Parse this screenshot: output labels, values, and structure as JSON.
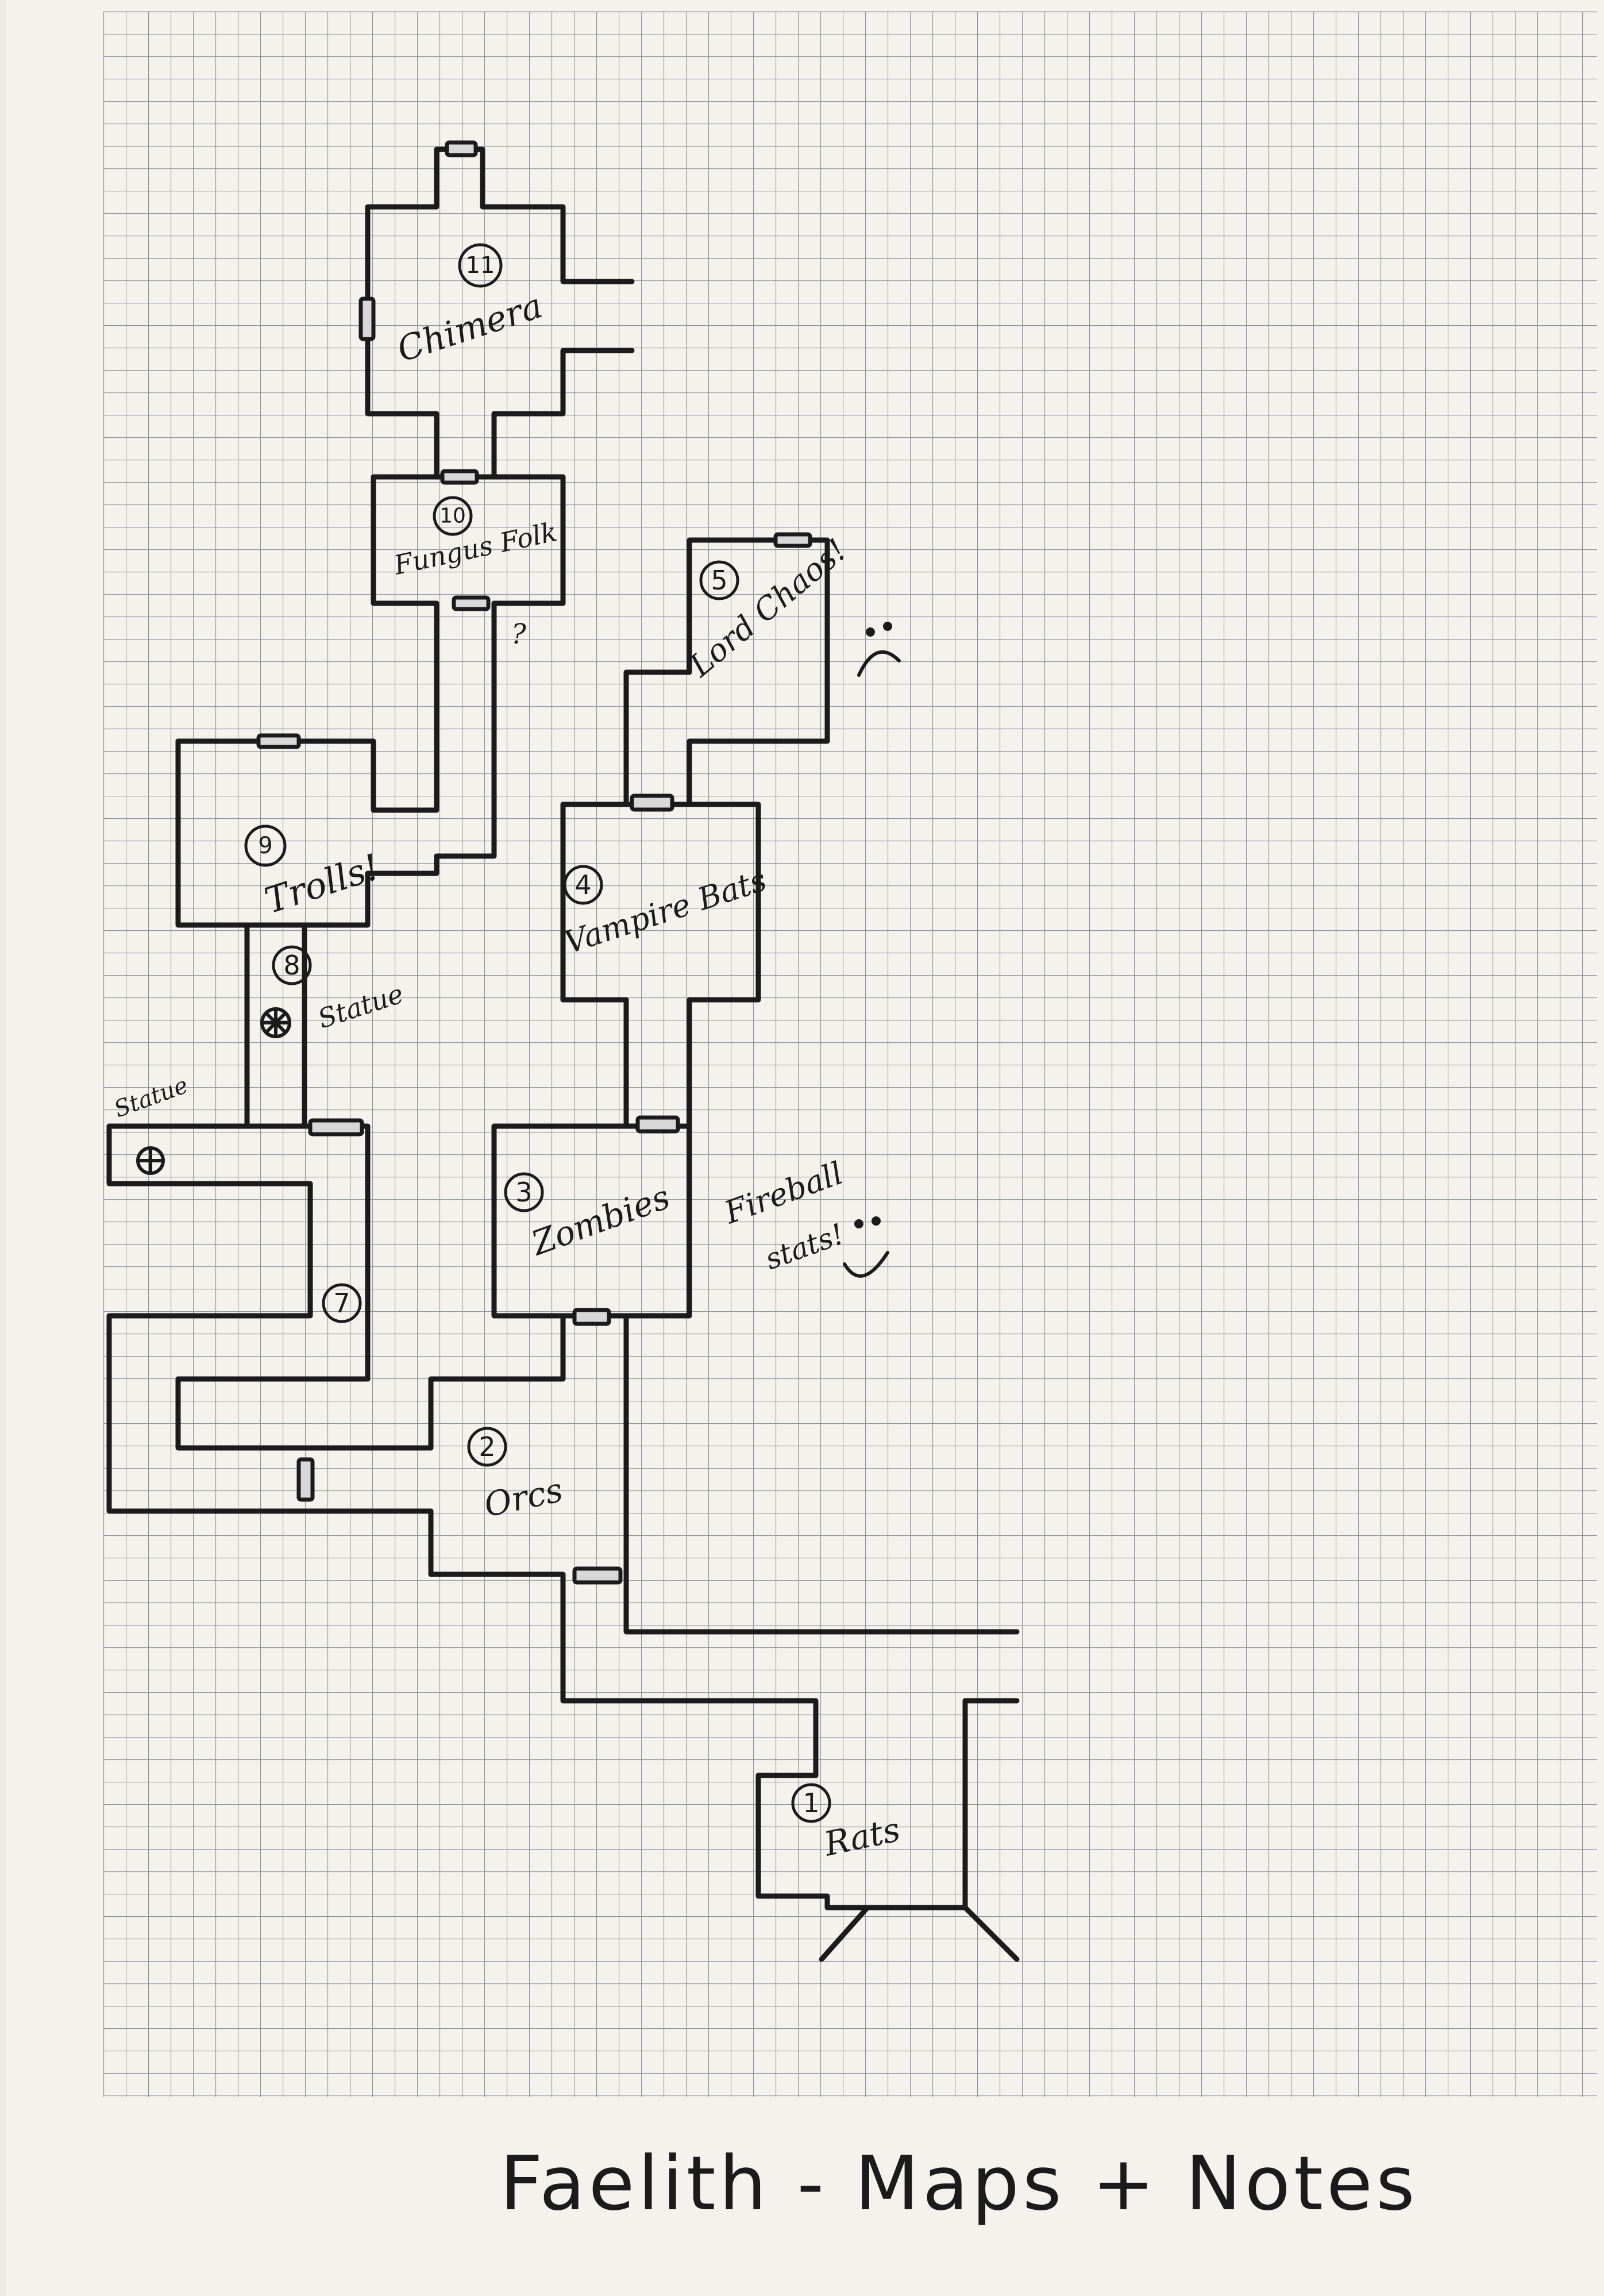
{
  "title": "Faelith - Maps + Notes",
  "rooms": [
    {
      "number": "1",
      "name": "Rats"
    },
    {
      "number": "2",
      "name": "Orcs"
    },
    {
      "number": "3",
      "name": "Zombies"
    },
    {
      "number": "4",
      "name": "Vampire Bats"
    },
    {
      "number": "5",
      "name": "Lord Chaos!"
    },
    {
      "number": "7",
      "name": ""
    },
    {
      "number": "8",
      "name": "Statue"
    },
    {
      "number": "9",
      "name": "Trolls!"
    },
    {
      "number": "10",
      "name": "Fungus Folk"
    },
    {
      "number": "11",
      "name": "Chimera"
    }
  ],
  "notes": {
    "statue_left": "Statue",
    "fireball": "Fireball",
    "stats": "stats!",
    "question": "?"
  },
  "colors": {
    "paper": "#f3f2ec",
    "grid": "#8f949a",
    "ink": "#1b1b1b"
  }
}
